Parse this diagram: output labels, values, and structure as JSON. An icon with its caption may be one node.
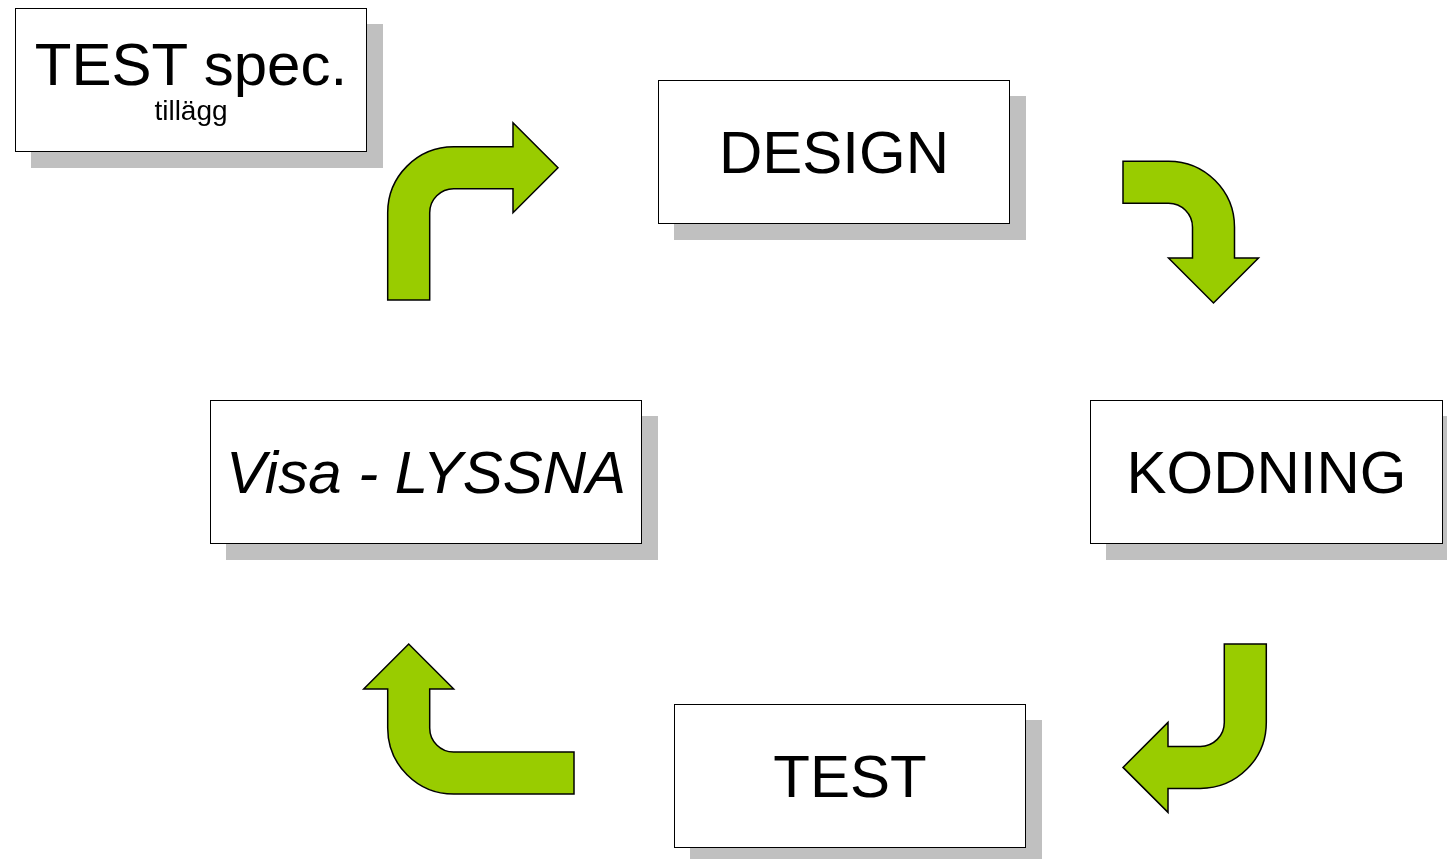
{
  "diagram": {
    "nodes": [
      {
        "text": [
          "TEST spec.",
          "tillägg"
        ]
      },
      {
        "text": [
          "DESIGN"
        ]
      },
      {
        "text": [
          "KODNING"
        ]
      },
      {
        "text": [
          "TEST"
        ]
      },
      {
        "text": [
          "Visa - LYSSNA"
        ]
      }
    ],
    "edges": [
      {
        "from": 4,
        "to": 1,
        "arrow": "to"
      },
      {
        "from": 1,
        "to": 2,
        "arrow": "to"
      },
      {
        "from": 2,
        "to": 3,
        "arrow": "to"
      },
      {
        "from": 3,
        "to": 4,
        "arrow": "to"
      }
    ]
  }
}
